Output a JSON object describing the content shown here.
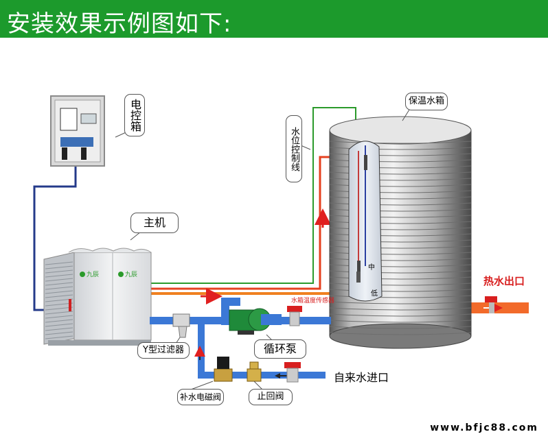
{
  "header": {
    "title": "安装效果示例图如下:"
  },
  "labels": {
    "control_box": "电控箱",
    "main_unit": "主机",
    "water_level_line": "水位控制线",
    "storage_tank": "保温水箱",
    "hot_water_outlet": "热水出口",
    "tank_temp_sensor": "水箱温度传感器",
    "circulation_pump": "循环泵",
    "y_filter": "Y型过滤器",
    "solenoid_valve": "补水电磁阀",
    "check_valve": "止回阀",
    "cold_water_inlet": "自来水进口",
    "level_mid": "中",
    "level_low": "低",
    "unit_brand_left": "九辰",
    "unit_brand_right": "九辰"
  },
  "footer": {
    "website": "www.bfjc88.com"
  },
  "colors": {
    "header_green": "#1c9a2c",
    "hot_pipe": "#e02020",
    "cold_pipe": "#3b78d6",
    "level_wire": "#2a9a2a",
    "ctrl_wire": "#243a8a"
  }
}
